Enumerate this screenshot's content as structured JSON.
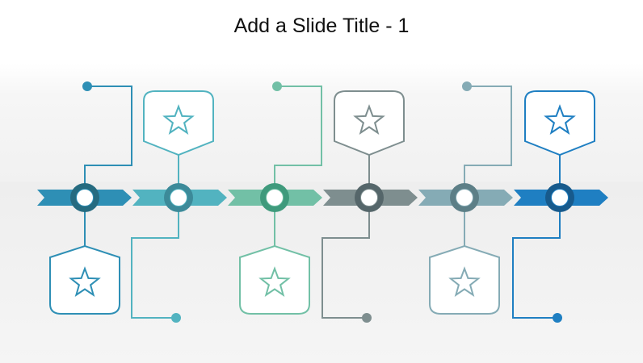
{
  "slide": {
    "title": "Add a Slide Title - 1"
  },
  "colors": {
    "steps": [
      "#2e8fb5",
      "#52b3c0",
      "#72c0a6",
      "#7e8e8f",
      "#85abb5",
      "#1f7fc2"
    ],
    "node_ring": [
      "#266b80",
      "#3c8a99",
      "#3f9a7c",
      "#55666a",
      "#5d7f87",
      "#175a8c"
    ]
  },
  "timeline": {
    "steps": [
      {
        "callout_position": "bottom",
        "dot_position": "top",
        "icon": "star-icon"
      },
      {
        "callout_position": "top",
        "dot_position": "bottom",
        "icon": "star-icon"
      },
      {
        "callout_position": "bottom",
        "dot_position": "top",
        "icon": "star-icon"
      },
      {
        "callout_position": "top",
        "dot_position": "bottom",
        "icon": "star-icon"
      },
      {
        "callout_position": "bottom",
        "dot_position": "top",
        "icon": "star-icon"
      },
      {
        "callout_position": "top",
        "dot_position": "bottom",
        "icon": "star-icon"
      }
    ]
  }
}
